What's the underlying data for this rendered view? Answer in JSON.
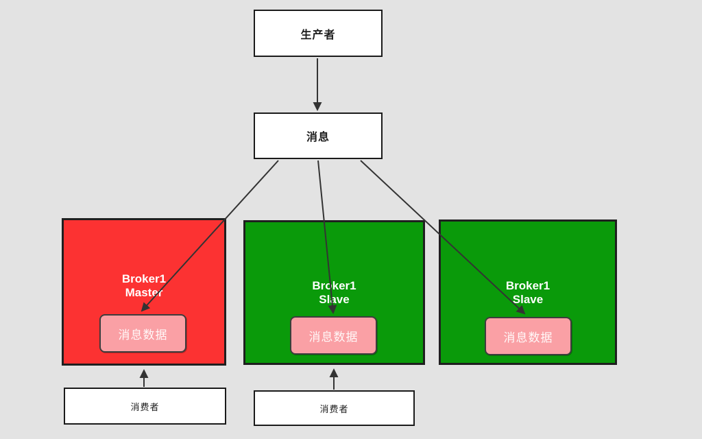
{
  "diagram": {
    "title": "message-broker-replication-diagram",
    "producer": {
      "label": "生产者"
    },
    "message": {
      "label": "消息"
    },
    "brokers": [
      {
        "name_line1": "Broker1",
        "name_line2": "Master",
        "role": "master",
        "data_label": "消息数据"
      },
      {
        "name_line1": "Broker1",
        "name_line2": "Slave",
        "role": "slave",
        "data_label": "消息数据"
      },
      {
        "name_line1": "Broker1",
        "name_line2": "Slave",
        "role": "slave",
        "data_label": "消息数据"
      }
    ],
    "consumers": [
      {
        "label": "消费者"
      },
      {
        "label": "消费者"
      }
    ],
    "colors": {
      "background": "#e3e3e3",
      "master_box": "#fc3232",
      "slave_box": "#0a9a0a",
      "data_box": "#faa0a5",
      "node_box": "#ffffff",
      "border": "#1a1a1a",
      "arrow": "#333333",
      "broker_text": "#ffffff"
    }
  }
}
